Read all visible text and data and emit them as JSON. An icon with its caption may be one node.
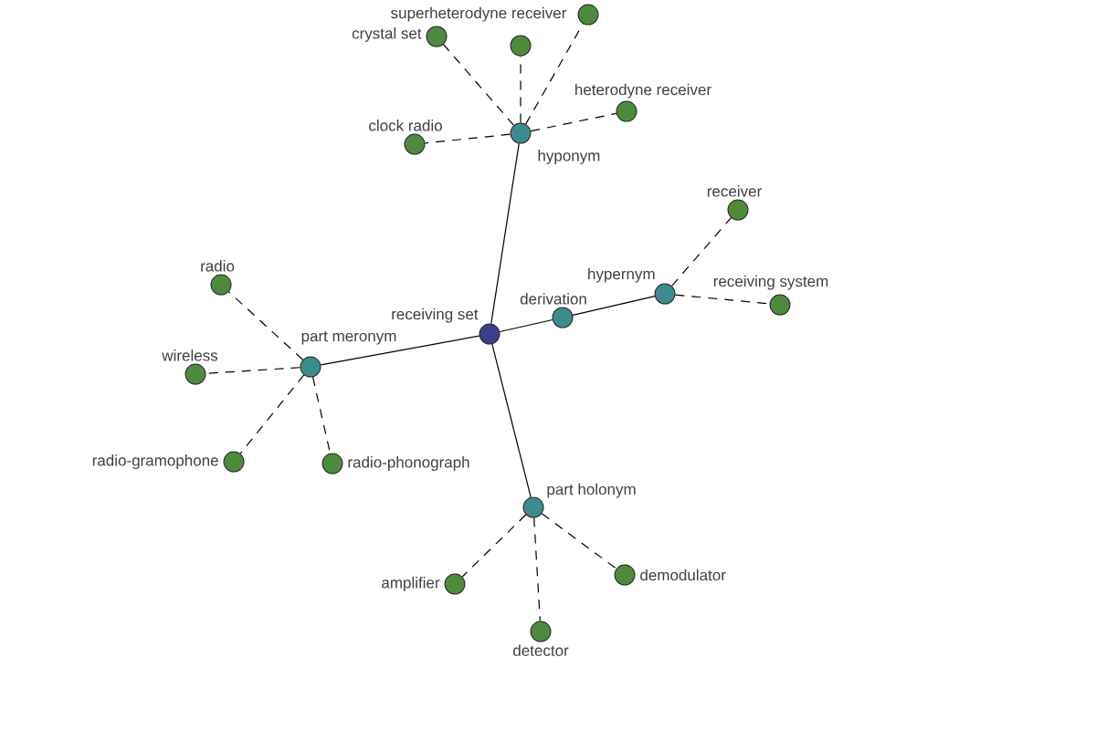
{
  "diagram": {
    "nodes": [
      {
        "text": [
          "hyponym"
        ]
      },
      {
        "text": [
          "crystal set"
        ]
      },
      {
        "text": [
          "superheterodyne receiver"
        ]
      },
      {
        "text": [],
        "shape": "circle"
      },
      {
        "text": [
          "heterodyne receiver"
        ]
      },
      {
        "text": [
          "clock radio"
        ]
      },
      {
        "text": [
          "receiving set"
        ]
      },
      {
        "text": [
          "derivation"
        ]
      },
      {
        "text": [
          "hypernym"
        ]
      },
      {
        "text": [
          "receiver"
        ]
      },
      {
        "text": [
          "receiving system"
        ]
      },
      {
        "text": [
          "part meronym"
        ]
      },
      {
        "text": [
          "radio"
        ]
      },
      {
        "text": [
          "wireless"
        ]
      },
      {
        "text": [
          "radio-gramophone"
        ]
      },
      {
        "text": [
          "radio-phonograph"
        ]
      },
      {
        "text": [
          "part holonym"
        ]
      },
      {
        "text": [
          "amplifier"
        ]
      },
      {
        "text": [
          "demodulator"
        ]
      },
      {
        "text": [
          "detector"
        ]
      }
    ],
    "edges": [
      {
        "from": 6,
        "to": 0,
        "arrow": "none"
      },
      {
        "from": 0,
        "to": 1,
        "arrow": "none",
        "style": "dashed"
      },
      {
        "from": 0,
        "to": 2,
        "arrow": "none",
        "style": "dashed"
      },
      {
        "from": 0,
        "to": 3,
        "arrow": "none",
        "style": "dashed"
      },
      {
        "from": 0,
        "to": 4,
        "arrow": "none",
        "style": "dashed"
      },
      {
        "from": 0,
        "to": 5,
        "arrow": "none",
        "style": "dashed"
      },
      {
        "from": 6,
        "to": 7,
        "arrow": "none"
      },
      {
        "from": 7,
        "to": 8,
        "arrow": "none"
      },
      {
        "from": 8,
        "to": 9,
        "arrow": "none",
        "style": "dashed"
      },
      {
        "from": 8,
        "to": 10,
        "arrow": "none",
        "style": "dashed"
      },
      {
        "from": 6,
        "to": 11,
        "arrow": "none"
      },
      {
        "from": 11,
        "to": 12,
        "arrow": "none",
        "style": "dashed"
      },
      {
        "from": 11,
        "to": 13,
        "arrow": "none",
        "style": "dashed"
      },
      {
        "from": 11,
        "to": 14,
        "arrow": "none",
        "style": "dashed"
      },
      {
        "from": 11,
        "to": 15,
        "arrow": "none",
        "style": "dashed"
      },
      {
        "from": 6,
        "to": 16,
        "arrow": "none"
      },
      {
        "from": 16,
        "to": 17,
        "arrow": "none",
        "style": "dashed"
      },
      {
        "from": 16,
        "to": 18,
        "arrow": "none",
        "style": "dashed"
      },
      {
        "from": 16,
        "to": 19,
        "arrow": "none",
        "style": "dashed"
      }
    ]
  }
}
